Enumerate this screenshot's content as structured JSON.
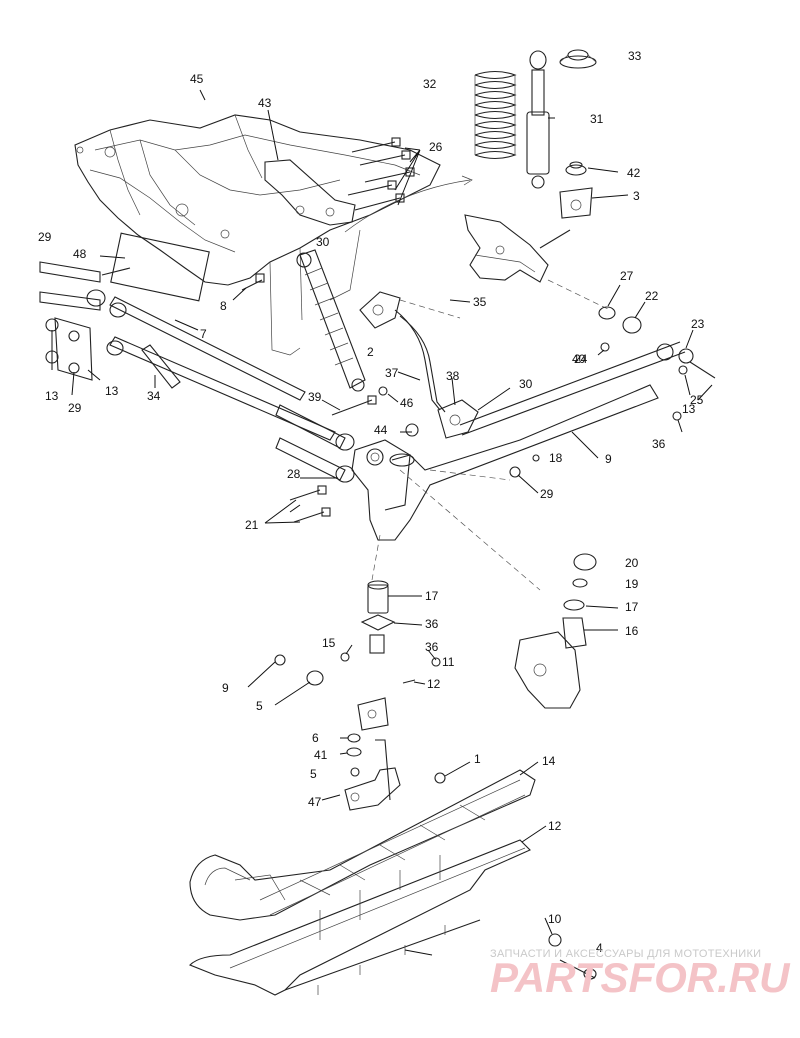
{
  "labels": [
    "45",
    "43",
    "32",
    "33",
    "31",
    "42",
    "3",
    "26",
    "29",
    "48",
    "30",
    "8",
    "7",
    "35",
    "27",
    "22",
    "23",
    "40",
    "2",
    "13",
    "13",
    "29",
    "34",
    "39",
    "37",
    "38",
    "30",
    "46",
    "24",
    "25",
    "13",
    "44",
    "36",
    "18",
    "9",
    "29",
    "28",
    "21",
    "20",
    "19",
    "17",
    "17",
    "16",
    "36",
    "15",
    "36",
    "11",
    "9",
    "12",
    "5",
    "6",
    "41",
    "5",
    "1",
    "14",
    "47",
    "12",
    "10",
    "4"
  ],
  "watermark": {
    "text": "ЗАПЧАСТИ И АКСЕССУАРЫ ДЛЯ МОТОТЕХНИКИ",
    "logo": "PARTSFOR.RU"
  }
}
